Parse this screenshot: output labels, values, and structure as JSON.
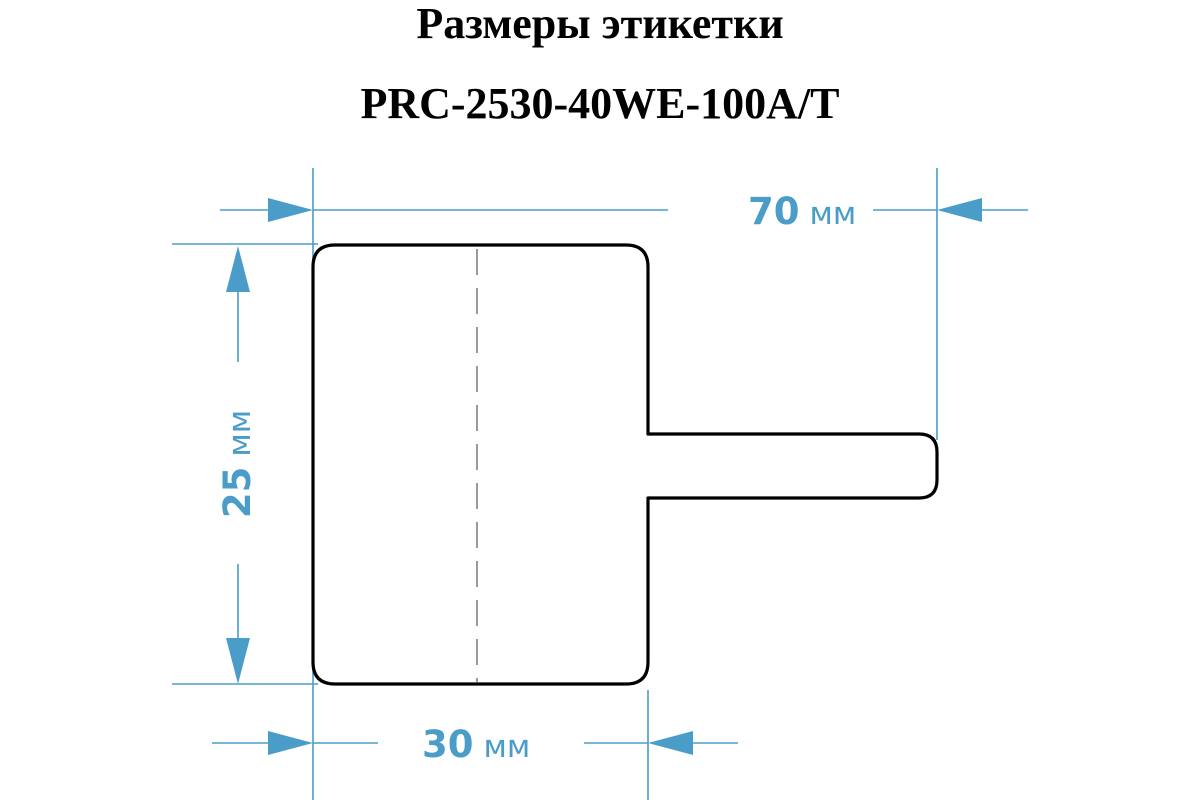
{
  "title": "Размеры этикетки",
  "subtitle": "PRC-2530-40WE-100A/T",
  "colors": {
    "dimension": "#4a9dc8",
    "outline": "#000000",
    "fold_line": "#808080",
    "title": "#000000"
  },
  "dimensions": {
    "total_length": {
      "value": "70",
      "unit": "мм"
    },
    "height": {
      "value": "25",
      "unit": "мм"
    },
    "label_width": {
      "value": "30",
      "unit": "мм"
    }
  }
}
